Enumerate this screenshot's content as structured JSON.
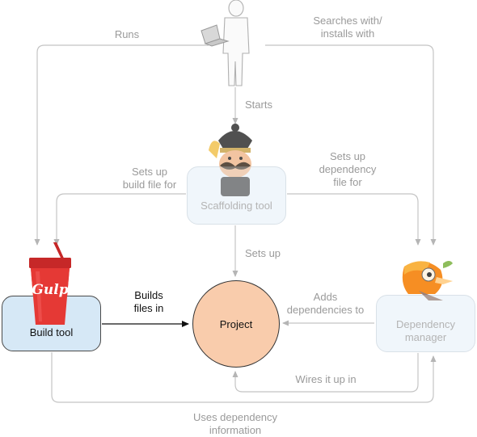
{
  "edges": {
    "runs": "Runs",
    "searches_installs": [
      "Searches with/",
      "installs with"
    ],
    "starts": "Starts",
    "sets_up_build": [
      "Sets up",
      "build file for"
    ],
    "sets_up_dependency": [
      "Sets up",
      "dependency",
      "file for"
    ],
    "sets_up": "Sets up",
    "builds_files": [
      "Builds",
      "files in"
    ],
    "adds_dependencies": [
      "Adds",
      "dependencies to"
    ],
    "wires_it_up": "Wires it up in",
    "uses_dependency": [
      "Uses dependency",
      "information"
    ]
  },
  "nodes": {
    "build_tool": "Build tool",
    "scaffolding_tool": "Scaffolding tool",
    "project": "Project",
    "dependency_manager": [
      "Dependency",
      "manager"
    ]
  },
  "logo": {
    "gulp_text": "Gulp"
  },
  "colors": {
    "build_tool_fill": "#d6e8f6",
    "project_fill": "#f9ccac",
    "faded_box_fill": "#f0f6fb",
    "gulp_red": "#d32f2f",
    "faded_line": "#c4c4c4"
  },
  "icons": [
    "user-figure-icon",
    "laptop-icon",
    "yeoman-mascot-icon",
    "gulp-cup-logo-icon",
    "bower-bird-logo-icon"
  ]
}
